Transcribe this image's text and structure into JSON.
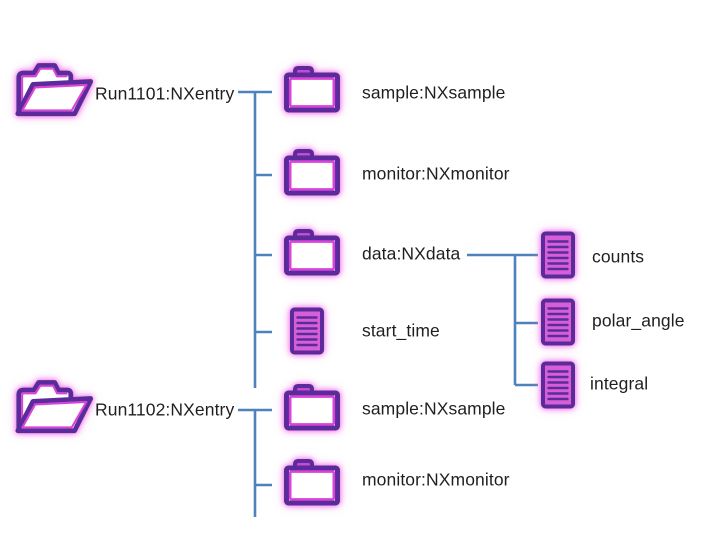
{
  "diagram": {
    "kind": "nexus-file-hierarchy-tree",
    "colors": {
      "connector_blue": "#4f81bd",
      "icon_outline_purple": "#5b2b9b",
      "icon_neon_magenta": "#d843d8",
      "icon_glow_pink": "#f07be8",
      "text": "#1f1f1f",
      "background": "#ffffff"
    }
  },
  "tree": {
    "root1": {
      "label": "Run1101:NXentry",
      "icon": "open-folder-icon",
      "children": [
        {
          "label": "sample:NXsample",
          "icon": "folder-icon"
        },
        {
          "label": "monitor:NXmonitor",
          "icon": "folder-icon"
        },
        {
          "label": "data:NXdata",
          "icon": "folder-icon",
          "children": [
            {
              "label": "counts",
              "icon": "dataset-icon"
            },
            {
              "label": "polar_angle",
              "icon": "dataset-icon"
            },
            {
              "label": "integral",
              "icon": "dataset-icon"
            }
          ]
        },
        {
          "label": "start_time",
          "icon": "dataset-icon"
        }
      ]
    },
    "root2": {
      "label": "Run1102:NXentry",
      "icon": "open-folder-icon",
      "children": [
        {
          "label": "sample:NXsample",
          "icon": "folder-icon"
        },
        {
          "label": "monitor:NXmonitor",
          "icon": "folder-icon"
        }
      ]
    }
  }
}
